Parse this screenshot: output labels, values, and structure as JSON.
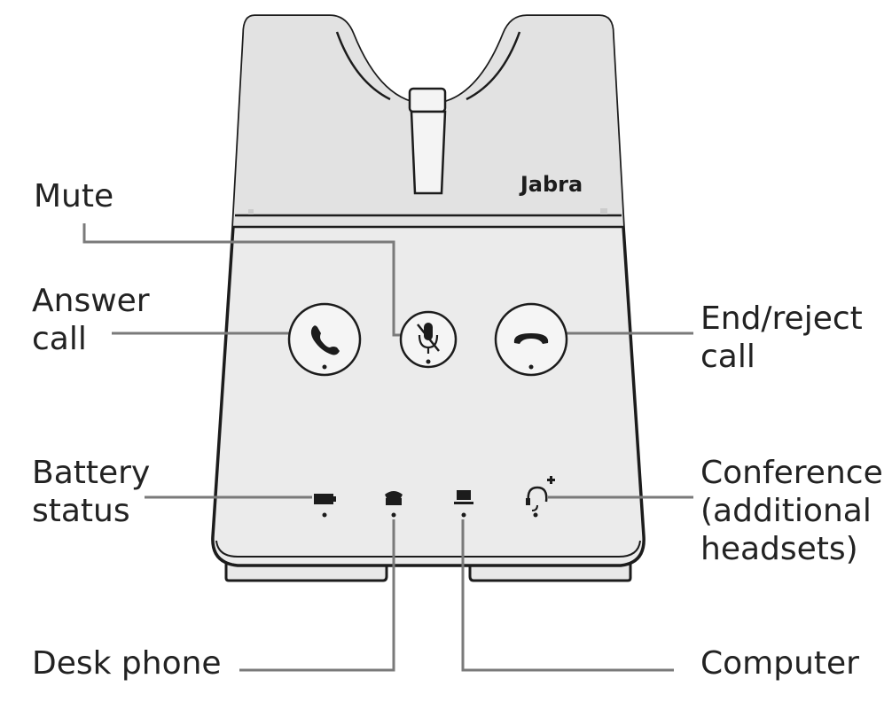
{
  "colors": {
    "base_fill": "#ebebeb",
    "base_top_fill": "#e0e0e0",
    "outline": "#1c1c1c",
    "leader_line": "#7a7a7a",
    "label_text": "#222222"
  },
  "device": {
    "brand": "Jabra",
    "buttons": [
      {
        "id": "answer",
        "icon": "phone-answer-icon"
      },
      {
        "id": "mute",
        "icon": "microphone-muted-icon"
      },
      {
        "id": "end",
        "icon": "phone-hangup-icon"
      }
    ],
    "indicators": [
      {
        "id": "battery",
        "icon": "battery-icon"
      },
      {
        "id": "desk_phone",
        "icon": "desk-phone-icon"
      },
      {
        "id": "computer",
        "icon": "computer-icon"
      },
      {
        "id": "conference",
        "icon": "headset-plus-icon"
      }
    ]
  },
  "labels": {
    "mute": "Mute",
    "answer_call": "Answer\ncall",
    "end_reject_call": "End/reject\ncall",
    "battery_status": "Battery\nstatus",
    "conference": "Conference\n(additional\nheadsets)",
    "desk_phone": "Desk phone",
    "computer": "Computer"
  }
}
